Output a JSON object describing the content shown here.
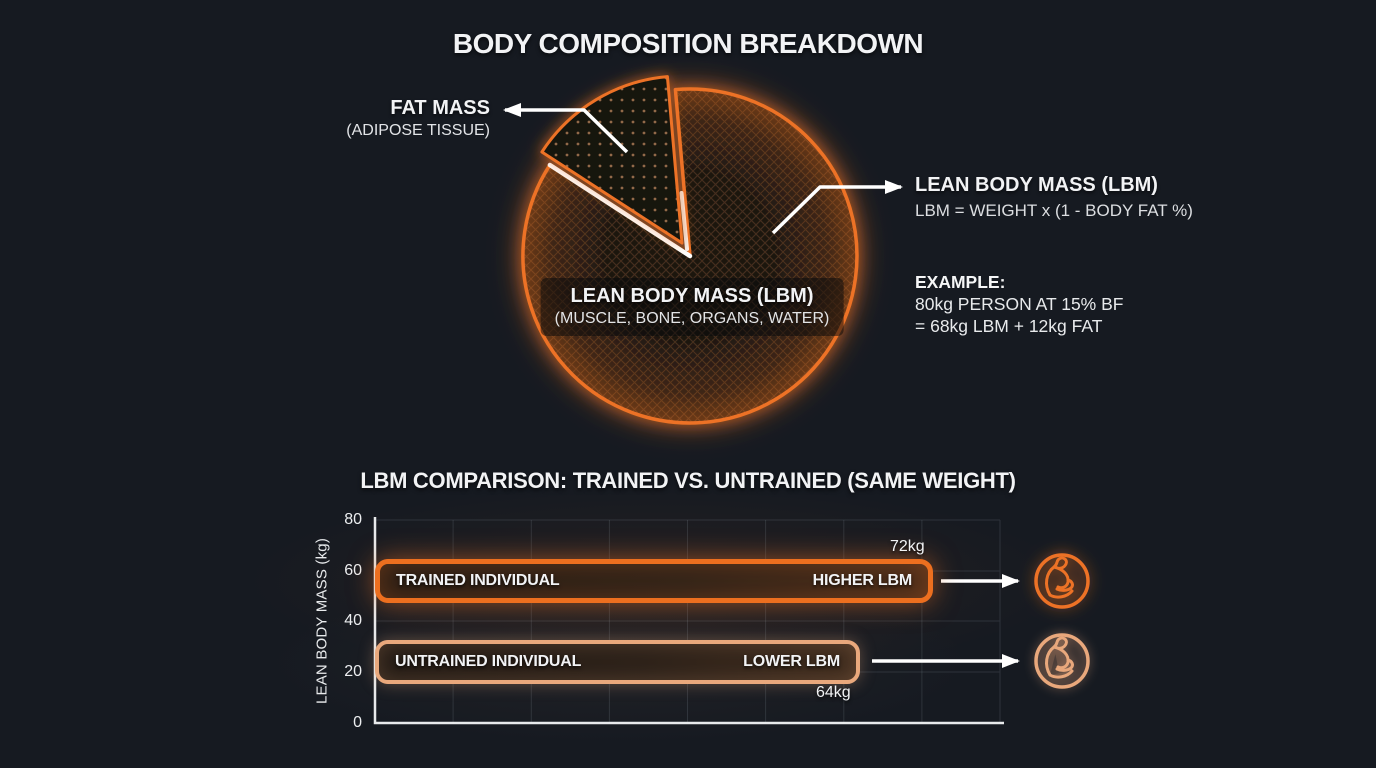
{
  "header": {
    "title": "BODY COMPOSITION BREAKDOWN"
  },
  "colors": {
    "background": "#161a21",
    "accent_orange": "#ed7226",
    "pale_orange": "#e9a87c",
    "text_primary": "#f2f3f5",
    "text_secondary": "#dcdee1"
  },
  "pie_section": {
    "fat_callout": {
      "title": "FAT MASS",
      "subtitle": "(ADIPOSE TISSUE)"
    },
    "lbm_callout": {
      "title": "LEAN BODY MASS (LBM)",
      "formula": "LBM = WEIGHT x (1 - BODY FAT %)"
    },
    "example": {
      "heading": "EXAMPLE:",
      "line1": "80kg PERSON AT 15% BF",
      "line2": "= 68kg LBM + 12kg FAT"
    },
    "center_label": {
      "title": "LEAN BODY MASS (LBM)",
      "subtitle": "(MUSCLE, BONE, ORGANS, WATER)"
    }
  },
  "comparison_section": {
    "title": "LBM COMPARISON: TRAINED VS. UNTRAINED (SAME WEIGHT)",
    "y_axis_label": "LEAN BODY MASS (kg)",
    "y_ticks": [
      "80",
      "60",
      "40",
      "20",
      "0"
    ],
    "bars": [
      {
        "label": "TRAINED INDIVIDUAL",
        "tag": "HIGHER LBM",
        "value_label": "72kg",
        "icon": "bicep-flexed-icon"
      },
      {
        "label": "UNTRAINED INDIVIDUAL",
        "tag": "LOWER LBM",
        "value_label": "64kg",
        "icon": "bicep-flexed-icon"
      }
    ]
  },
  "chart_data": [
    {
      "type": "pie",
      "title": "BODY COMPOSITION BREAKDOWN",
      "labels": [
        "LEAN BODY MASS (LBM)",
        "FAT MASS"
      ],
      "values": [
        85,
        15
      ],
      "unit": "percent",
      "notes": [
        "LBM = WEIGHT x (1 - BODY FAT %)",
        "EXAMPLE: 80kg PERSON AT 15% BF = 68kg LBM + 12kg FAT",
        "LBM slice = MUSCLE, BONE, ORGANS, WATER; FAT slice = ADIPOSE TISSUE; fat slice exploded"
      ],
      "legend_position": "callouts"
    },
    {
      "type": "bar",
      "title": "LBM COMPARISON: TRAINED VS. UNTRAINED (SAME WEIGHT)",
      "orientation": "horizontal",
      "categories": [
        "TRAINED INDIVIDUAL",
        "UNTRAINED INDIVIDUAL"
      ],
      "values": [
        72,
        64
      ],
      "value_labels": [
        "72kg",
        "64kg"
      ],
      "tags": [
        "HIGHER LBM",
        "LOWER LBM"
      ],
      "ylabel": "LEAN BODY MASS (kg)",
      "ylim": [
        0,
        80
      ],
      "yticks": [
        0,
        20,
        40,
        60,
        80
      ],
      "grid": true
    }
  ]
}
